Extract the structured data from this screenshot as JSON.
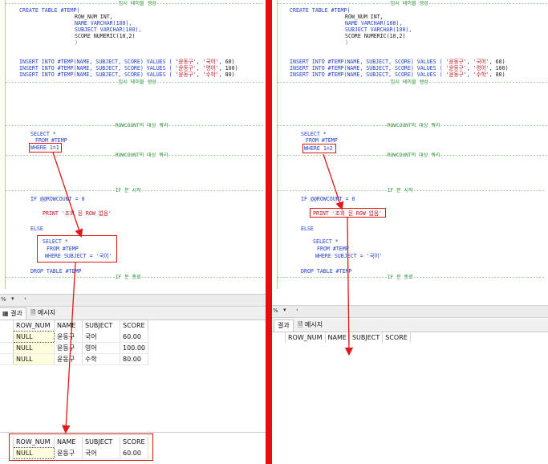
{
  "colors": {
    "divider": "#e41010",
    "keyword": "#1f3fd0",
    "string": "#c0101a",
    "comment": "#1f8b2a",
    "highlight": "#e01818"
  },
  "code": {
    "create_line": "CREATE TABLE #TEMP(",
    "col1": "ROW_NUM INT,",
    "col2": "NAME VARCHAR(100),",
    "col3": "SUBJECT VARCHAR(100),",
    "col4": "SCORE NUMERIC(10,2)",
    "close_paren": ")",
    "insert_prefix": "INSERT INTO #TEMP(NAME, SUBJECT, SCORE) VALUES (",
    "insert_rows": [
      {
        "name": "'윤동구'",
        "subject": "'국어'",
        "score": "60)"
      },
      {
        "name": "'윤동구'",
        "subject": "'영어'",
        "score": "100)"
      },
      {
        "name": "'윤동구'",
        "subject": "'수학'",
        "score": "80)"
      }
    ],
    "sep_create": "--------------------------------------임시 테이블 생성-------------------------------------------",
    "sep_target": "-------------------------------------ROWCOUNT의 대상 쿼리----------------------------------------",
    "sep_if_start": "-------------------------------------IF 문 시작--------------------------------------------",
    "sep_if_end": "-------------------------------------IF 문 종료--------------------------------------------",
    "select_line": "SELECT *",
    "from_line": "FROM #TEMP",
    "where_left": "WHERE 1=1",
    "where_right": "WHERE 1=2",
    "if_line": "IF @@ROWCOUNT = 0",
    "print_line": "PRINT '조회 된 ROW 없음'",
    "else_line": "ELSE",
    "inner_where": "WHERE SUBJECT = '국어'",
    "drop_line": "DROP TABLE #TEMP"
  },
  "toolbar": {
    "zoom_left": "%",
    "zoom_right": "%"
  },
  "tabs": {
    "results": "결과",
    "messages": "메시지"
  },
  "grid_columns": [
    "ROW_NUM",
    "NAME",
    "SUBJECT",
    "SCORE"
  ],
  "left_results": [
    [
      "NULL",
      "윤동구",
      "국어",
      "60.00"
    ],
    [
      "NULL",
      "윤동구",
      "영어",
      "100.00"
    ],
    [
      "NULL",
      "윤동구",
      "수학",
      "80.00"
    ]
  ],
  "left_bottom_result": [
    "NULL",
    "윤동구",
    "국어",
    "60.00"
  ]
}
